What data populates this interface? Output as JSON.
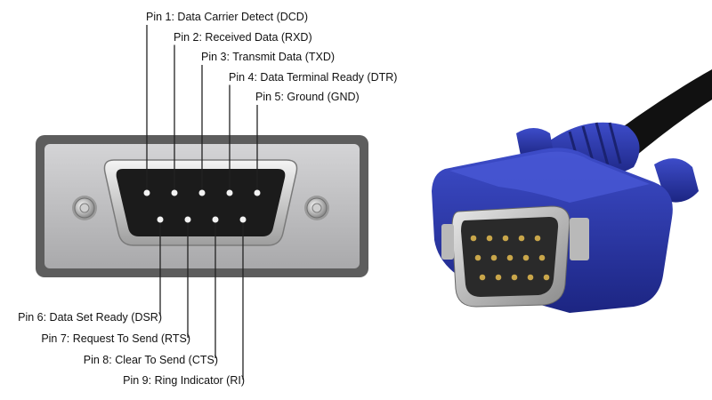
{
  "colors": {
    "plate_outer": "#5d5d5d",
    "plate_face": "#c2c2c4",
    "shell_metal": "#d9d9d9",
    "socket_black": "#1b1b1b",
    "pin_hole": "#f2f2f2",
    "leader_line": "#222222",
    "cable_blue": "#2a36a8",
    "cable_black": "#111111"
  },
  "icons": [
    "screw-icon",
    "vga-cable-icon"
  ],
  "pins": [
    {
      "number": 1,
      "label": "Pin 1: Data Carrier Detect (DCD)"
    },
    {
      "number": 2,
      "label": "Pin 2: Received Data (RXD)"
    },
    {
      "number": 3,
      "label": "Pin 3: Transmit Data (TXD)"
    },
    {
      "number": 4,
      "label": "Pin 4: Data Terminal Ready (DTR)"
    },
    {
      "number": 5,
      "label": "Pin 5: Ground (GND)"
    },
    {
      "number": 6,
      "label": "Pin 6: Data Set Ready (DSR)"
    },
    {
      "number": 7,
      "label": "Pin 7: Request To Send (RTS)"
    },
    {
      "number": 8,
      "label": "Pin 8: Clear To Send (CTS)"
    },
    {
      "number": 9,
      "label": "Pin 9: Ring Indicator (RI)"
    }
  ]
}
